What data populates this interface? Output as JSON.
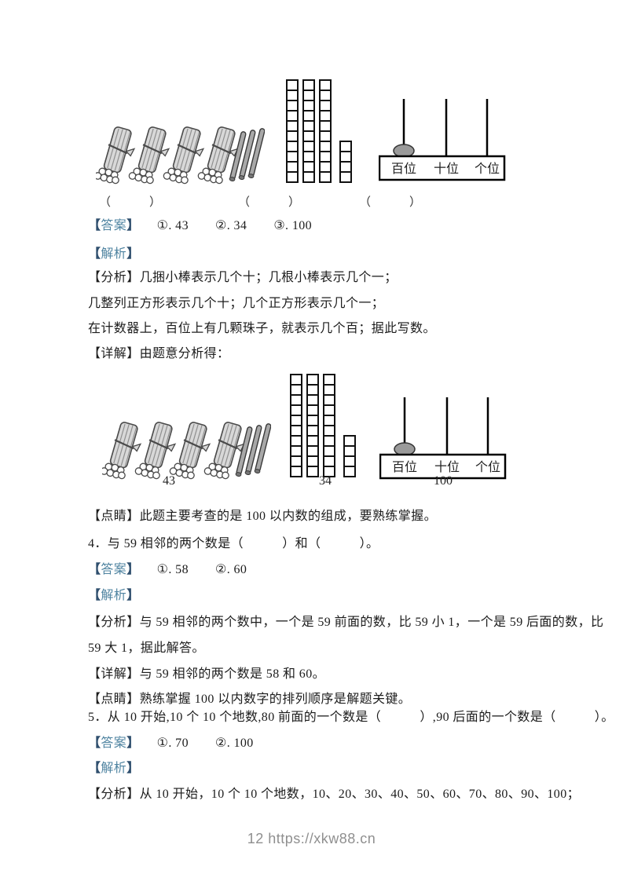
{
  "labels": {
    "bracket_open": "【",
    "bracket_close": "】",
    "answer": "答案",
    "analysis": "解析"
  },
  "figures": {
    "abacus_places": {
      "hundreds": "百位",
      "tens": "十位",
      "ones": "个位"
    },
    "answers": {
      "sticks": "43",
      "squares": "34",
      "abacus": "100"
    }
  },
  "q3": {
    "blanks": [
      "（　　　）",
      "（　　　）",
      "（　　　）"
    ],
    "answers": [
      "①. 43",
      "②. 34",
      "③. 100"
    ],
    "analysis1": "【分析】几捆小棒表示几个十；几根小棒表示几个一；",
    "analysis2": "几整列正方形表示几个十；几个正方形表示几个一；",
    "analysis3": "在计数器上，百位上有几颗珠子，就表示几个百；据此写数。",
    "detail": "【详解】由题意分析得：",
    "key_point": "【点睛】此题主要考查的是 100 以内数的组成，要熟练掌握。"
  },
  "q4": {
    "question": "4．与 59 相邻的两个数是（　　　）和（　　　）。",
    "answers": [
      "①. 58",
      "②. 60"
    ],
    "analysis1": "【分析】与 59 相邻的两个数中，一个是 59 前面的数，比 59 小 1，一个是 59 后面的数，比",
    "analysis2": "59 大 1，据此解答。",
    "detail": "【详解】与 59 相邻的两个数是 58 和 60。",
    "key_point": "【点睛】熟练掌握 100 以内数字的排列顺序是解题关键。"
  },
  "q5": {
    "question": "5．从 10 开始,10 个 10 个地数,80 前面的一个数是（　　　）,90 后面的一个数是（　　　）。",
    "answers": [
      "①. 70",
      "②. 100"
    ],
    "analysis1": "【分析】从 10 开始，10 个 10 个地数，10、20、30、40、50、60、70、80、90、100；"
  },
  "footer": {
    "page_and_url": "12 https://xkw88.cn"
  }
}
